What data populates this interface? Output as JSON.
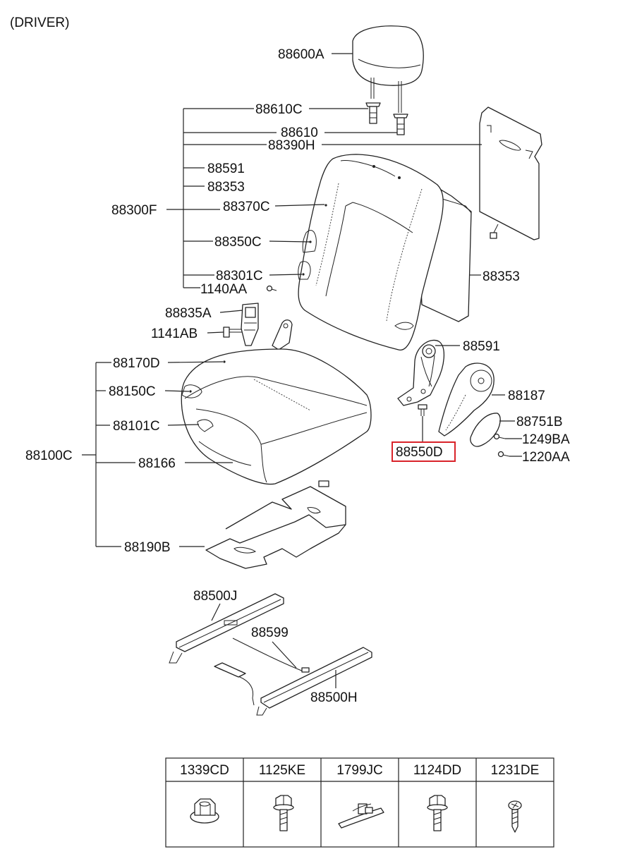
{
  "header": {
    "variant": "(DRIVER)"
  },
  "callouts": {
    "headrest": "88600A",
    "headrest_guide_c": "88610C",
    "headrest_guide": "88610",
    "back_board": "88390H",
    "back_recliner_side": "88591",
    "back_pad": "88353",
    "back_assy": "88300F",
    "back_cover": "88370C",
    "back_pad_c": "88350C",
    "back_frame": "88301C",
    "back_screw": "1140AA",
    "buckle": "88835A",
    "buckle_bolt": "1141AB",
    "back_side_pad": "88353",
    "recliner": "88591",
    "cushion_cover": "88170D",
    "cushion_pad": "88150C",
    "cushion_frame": "88101C",
    "cushion_assy": "88100C",
    "cushion_cover_side": "88166",
    "recliner_cover": "88187",
    "knob": "88751B",
    "screw_1249": "1249BA",
    "screw_1220": "1220AA",
    "recliner_assy": "88550D",
    "heater_mat": "88190B",
    "track_left": "88500J",
    "track_wire": "88599",
    "track_right": "88500H"
  },
  "highlight": {
    "color": "#d9232a",
    "part": "88550D"
  },
  "fastener_table": {
    "columns": [
      "1339CD",
      "1125KE",
      "1799JC",
      "1124DD",
      "1231DE"
    ],
    "icons": [
      "flange-nut-icon",
      "flange-bolt-icon",
      "cable-tie-icon",
      "flange-bolt-icon",
      "tapping-screw-icon"
    ]
  }
}
